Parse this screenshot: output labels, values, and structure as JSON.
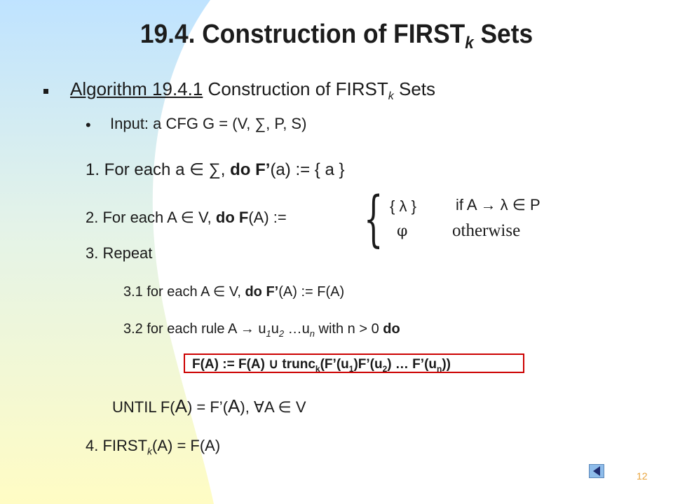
{
  "slide": {
    "title": "19.4.  Construction of FIRST",
    "title_sub": "k",
    "title_end": " Sets",
    "page_number": "12"
  },
  "algorithm": {
    "link": "Algorithm 19.4.1",
    "heading": "  Construction of FIRST",
    "heading_sub": "k",
    "heading_end": " Sets",
    "input_bullet": "•",
    "input": "Input: a CFG G = (V, ∑, P, S)"
  },
  "steps": {
    "s1_prefix": "1.  For each a ∈ ∑, ",
    "s1_bold": "do F’",
    "s1_suffix": "(a) := { a }",
    "s2_prefix": "2.  For each A ∈ V, ",
    "s2_bold": "do F",
    "s2_suffix": "(A) :=",
    "case1_value": "{ λ }",
    "case1_cond": "if A → λ ∈ P",
    "case2_value": "φ",
    "case2_cond": "otherwise",
    "s3": "3.  Repeat",
    "s31_prefix": "3.1  for each A ∈ V, ",
    "s31_bold": "do F’",
    "s31_suffix": "(A) := F(A)",
    "s32_prefix": "3.2  for each rule A → u",
    "s32_mid": "u",
    "s32_dots": " …u",
    "s32_suffix": " with n > 0 ",
    "s32_do": "do",
    "sub_1": "1",
    "sub_2": "2",
    "sub_n": "n",
    "box_formula_a": "F(A) := F(A) ∪ trunc",
    "box_formula_k": "k",
    "box_formula_b": "(F’(u",
    "box_formula_c": ")F’(u",
    "box_formula_d": ") …  F’(u",
    "box_formula_e": "))",
    "until_a": "UNTIL F(",
    "until_b": "A",
    "until_c": ") = F’(",
    "until_d": "A",
    "until_e": "), ∀A ∈ V",
    "s4_a": "4.  FIRST",
    "s4_sub": "k",
    "s4_b": "(A) = F(A)"
  }
}
